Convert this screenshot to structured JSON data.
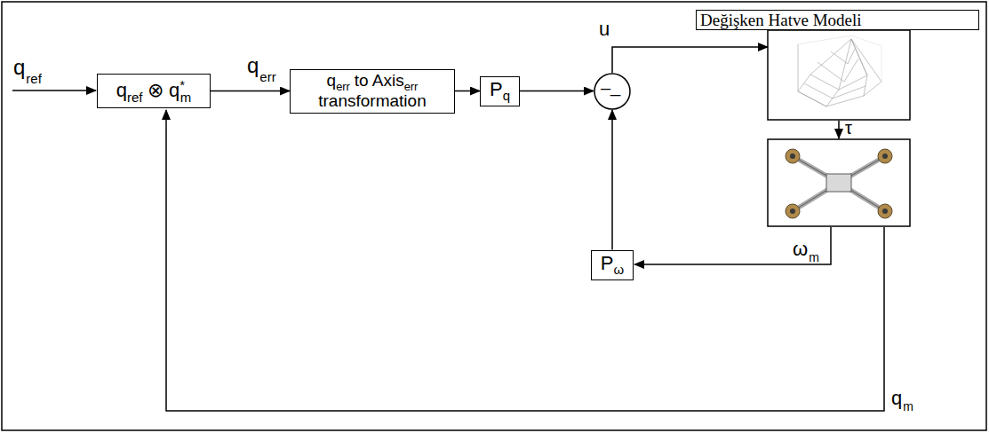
{
  "diagram": {
    "nodes": [
      {
        "text": [
          "q",
          "ref",
          "⊗",
          "q",
          "*",
          "m"
        ]
      },
      {
        "text": [
          "q",
          "err",
          "to Axis",
          "err",
          "transformation"
        ]
      },
      {
        "text": [
          "P",
          "q"
        ]
      },
      {
        "text": [
          "–",
          "_"
        ]
      },
      {
        "text": [
          "Değişken Hatve Modeli"
        ]
      },
      {
        "text": [
          "P",
          "ω"
        ]
      }
    ],
    "edges": [
      {
        "from": 0,
        "to": 1,
        "arrow": "to"
      },
      {
        "from": 1,
        "to": 2,
        "arrow": "to"
      },
      {
        "from": 2,
        "to": 3,
        "arrow": "to"
      },
      {
        "from": 3,
        "to": 4,
        "arrow": "to"
      },
      {
        "from": 5,
        "to": 3,
        "arrow": "to"
      }
    ],
    "labels": [
      "q",
      "ref",
      "q",
      "err",
      "u",
      "τ",
      "ω",
      "m",
      "q",
      "m"
    ]
  }
}
